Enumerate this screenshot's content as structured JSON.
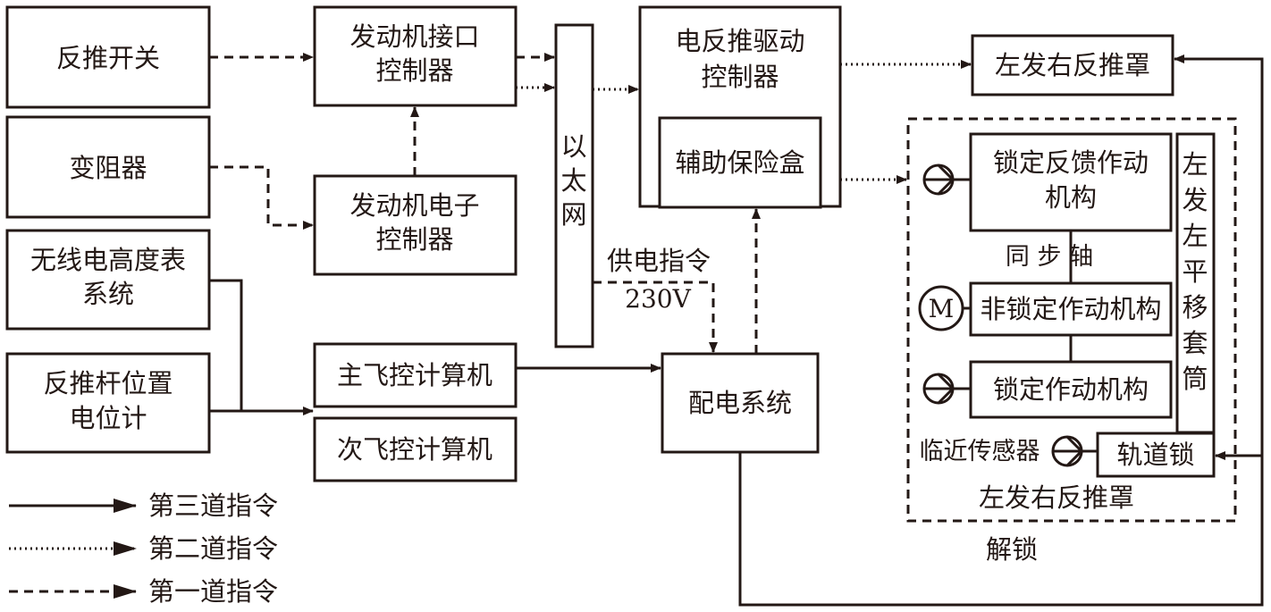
{
  "boxes": {
    "reverse_switch": "反推开关",
    "rheostat": "变阻器",
    "radio_altimeter": [
      "无线电高度表",
      "系统"
    ],
    "lever_potentiometer": [
      "反推杆位置",
      "电位计"
    ],
    "engine_interface_ctrl": [
      "发动机接口",
      "控制器"
    ],
    "engine_electronic_ctrl": [
      "发动机电子",
      "控制器"
    ],
    "ethernet": [
      "以",
      "太",
      "网"
    ],
    "main_fcc": "主飞控计算机",
    "secondary_fcc": "次飞控计算机",
    "eta_drive_ctrl": [
      "电反推驱动",
      "控制器"
    ],
    "aux_fuse_box": "辅助保险盒",
    "power_dist": "配电系统",
    "top_cowl": "左发右反推罩",
    "lock_feedback_actuator": [
      "锁定反馈作动",
      "机构"
    ],
    "non_lock_actuator": "非锁定作动机构",
    "lock_actuator": "锁定作动机构",
    "translating_sleeve": [
      "左",
      "发",
      "左",
      "平",
      "移",
      "套",
      "筒"
    ],
    "track_lock": "轨道锁"
  },
  "labels": {
    "power_command": "供电指令",
    "voltage": "230V",
    "sync_shaft": "同 步 轴",
    "proximity_sensor": "临近传感器",
    "inner_region": "左发右反推罩",
    "unlock": "解锁",
    "motor_symbol": "M"
  },
  "legend": [
    {
      "style": "solid",
      "label": "第三道指令"
    },
    {
      "style": "dotted",
      "label": "第二道指令"
    },
    {
      "style": "dashed",
      "label": "第一道指令"
    }
  ]
}
